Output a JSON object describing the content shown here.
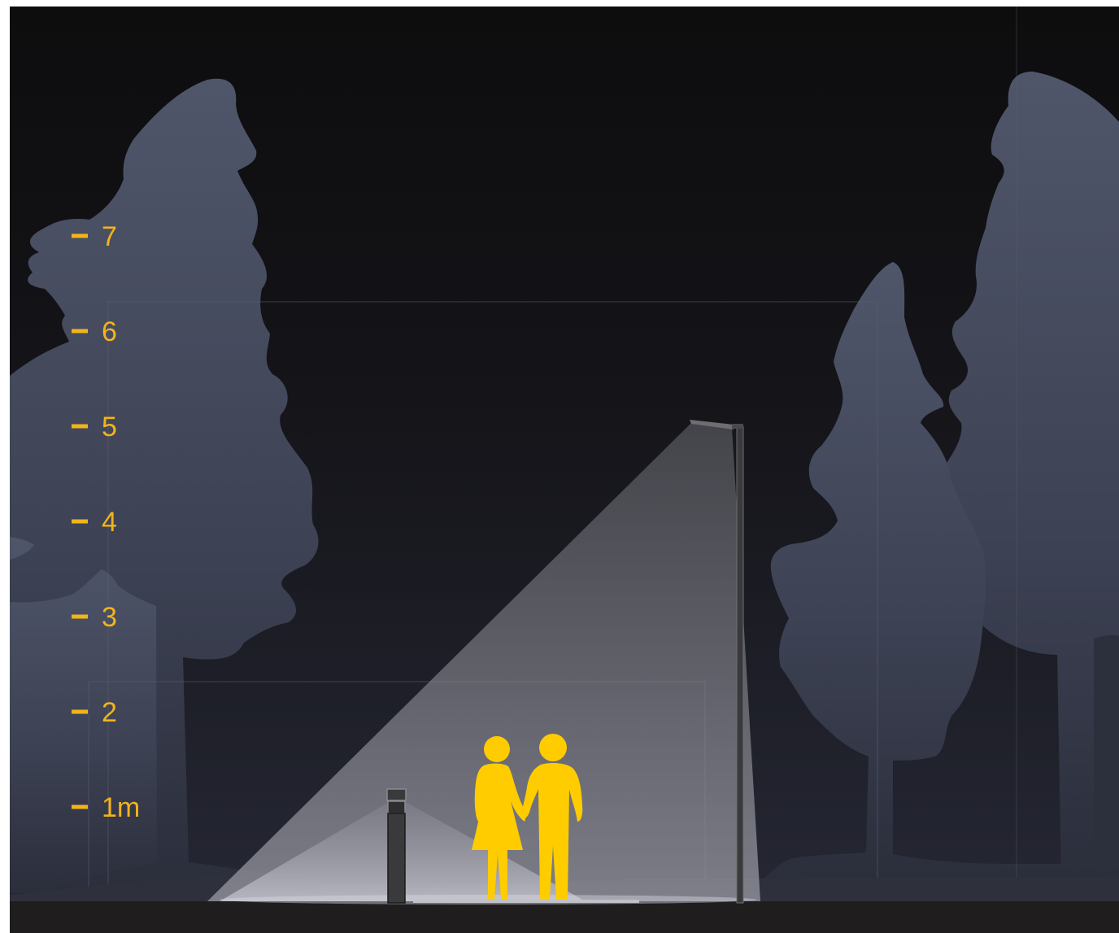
{
  "scale": {
    "color": "#f2b418",
    "ticks": [
      {
        "height_m": 7,
        "label": "7"
      },
      {
        "height_m": 6,
        "label": "6"
      },
      {
        "height_m": 5,
        "label": "5"
      },
      {
        "height_m": 4,
        "label": "4"
      },
      {
        "height_m": 3,
        "label": "3"
      },
      {
        "height_m": 2,
        "label": "2"
      },
      {
        "height_m": 1,
        "label": "1m"
      }
    ]
  },
  "colors": {
    "sky_top": "#0e0e0f",
    "sky_bottom": "#22232e",
    "tree": "#3d4253",
    "ground": "#1f1d1d",
    "figures": "#ffcc00",
    "fixture": "#3a3a3c"
  },
  "fixtures": [
    "pole-street-light",
    "bollard-light"
  ],
  "figures": [
    "woman",
    "man"
  ]
}
